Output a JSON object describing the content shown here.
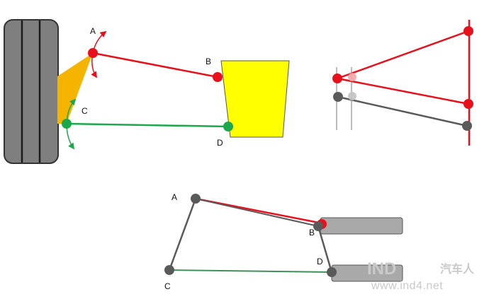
{
  "labels": {
    "top_a": "A",
    "top_b": "B",
    "top_c": "C",
    "top_d": "D",
    "bottom_a": "A",
    "bottom_b": "B",
    "bottom_c": "C",
    "bottom_d": "D"
  },
  "watermark": {
    "logo": "IND",
    "name": "汽车人",
    "url": "www.ind4.net"
  },
  "colors": {
    "upper_arm": "#e8101a",
    "lower_arm": "#1aa84a",
    "gray_link": "#5a5a5a",
    "knuckle": "#f5b400",
    "body_block": "#ffff00",
    "tire": "#7f7f7f",
    "frame_block": "#a9a9a9"
  }
}
